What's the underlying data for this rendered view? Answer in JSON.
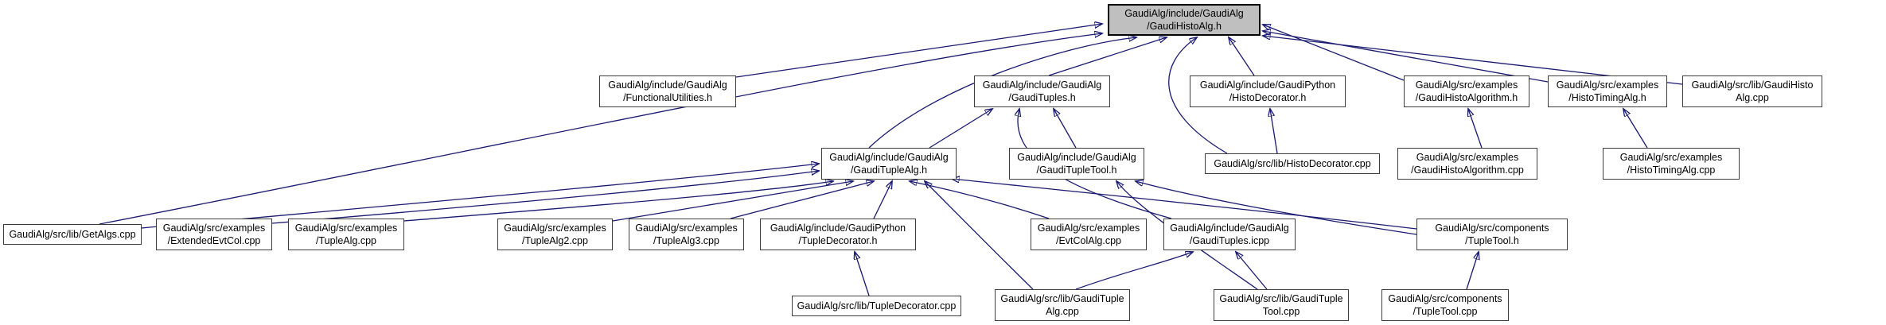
{
  "diagram": {
    "kind": "doxygen-included-by-dependency-graph",
    "highlighted_node": "GaudiAlg/include/GaudiAlg/GaudiHistoAlg.h",
    "nodes": [
      {
        "id": "gaudi-histo-alg-h",
        "lines": [
          "GaudiAlg/include/GaudiAlg",
          "/GaudiHistoAlg.h"
        ],
        "highlight": true
      },
      {
        "id": "functional-utilities-h",
        "lines": [
          "GaudiAlg/include/GaudiAlg",
          "/FunctionalUtilities.h"
        ],
        "highlight": false
      },
      {
        "id": "gaudi-tuples-h",
        "lines": [
          "GaudiAlg/include/GaudiAlg",
          "/GaudiTuples.h"
        ],
        "highlight": false
      },
      {
        "id": "histo-decorator-h",
        "lines": [
          "GaudiAlg/include/GaudiPython",
          "/HistoDecorator.h"
        ],
        "highlight": false
      },
      {
        "id": "gaudi-histo-algorithm-h",
        "lines": [
          "GaudiAlg/src/examples",
          "/GaudiHistoAlgorithm.h"
        ],
        "highlight": false
      },
      {
        "id": "histo-timing-alg-h",
        "lines": [
          "GaudiAlg/src/examples",
          "/HistoTimingAlg.h"
        ],
        "highlight": false
      },
      {
        "id": "gaudi-histo-alg-cpp",
        "lines": [
          "GaudiAlg/src/lib/GaudiHisto",
          "Alg.cpp"
        ],
        "highlight": false
      },
      {
        "id": "gaudi-tuple-alg-h",
        "lines": [
          "GaudiAlg/include/GaudiAlg",
          "/GaudiTupleAlg.h"
        ],
        "highlight": false
      },
      {
        "id": "gaudi-tuple-tool-h",
        "lines": [
          "GaudiAlg/include/GaudiAlg",
          "/GaudiTupleTool.h"
        ],
        "highlight": false
      },
      {
        "id": "histo-decorator-cpp",
        "lines": [
          "GaudiAlg/src/lib/HistoDecorator.cpp"
        ],
        "highlight": false
      },
      {
        "id": "gaudi-histo-algorithm-cpp",
        "lines": [
          "GaudiAlg/src/examples",
          "/GaudiHistoAlgorithm.cpp"
        ],
        "highlight": false
      },
      {
        "id": "histo-timing-alg-cpp",
        "lines": [
          "GaudiAlg/src/examples",
          "/HistoTimingAlg.cpp"
        ],
        "highlight": false
      },
      {
        "id": "get-algs-cpp",
        "lines": [
          "GaudiAlg/src/lib/GetAlgs.cpp"
        ],
        "highlight": false
      },
      {
        "id": "extended-evt-col-cpp",
        "lines": [
          "GaudiAlg/src/examples",
          "/ExtendedEvtCol.cpp"
        ],
        "highlight": false
      },
      {
        "id": "tuple-alg-cpp",
        "lines": [
          "GaudiAlg/src/examples",
          "/TupleAlg.cpp"
        ],
        "highlight": false
      },
      {
        "id": "tuple-alg2-cpp",
        "lines": [
          "GaudiAlg/src/examples",
          "/TupleAlg2.cpp"
        ],
        "highlight": false
      },
      {
        "id": "tuple-alg3-cpp",
        "lines": [
          "GaudiAlg/src/examples",
          "/TupleAlg3.cpp"
        ],
        "highlight": false
      },
      {
        "id": "tuple-decorator-h",
        "lines": [
          "GaudiAlg/include/GaudiPython",
          "/TupleDecorator.h"
        ],
        "highlight": false
      },
      {
        "id": "evt-col-alg-cpp",
        "lines": [
          "GaudiAlg/src/examples",
          "/EvtColAlg.cpp"
        ],
        "highlight": false
      },
      {
        "id": "gaudi-tuples-icpp",
        "lines": [
          "GaudiAlg/include/GaudiAlg",
          "/GaudiTuples.icpp"
        ],
        "highlight": false
      },
      {
        "id": "tuple-tool-h",
        "lines": [
          "GaudiAlg/src/components",
          "/TupleTool.h"
        ],
        "highlight": false
      },
      {
        "id": "tuple-decorator-cpp",
        "lines": [
          "GaudiAlg/src/lib/TupleDecorator.cpp"
        ],
        "highlight": false
      },
      {
        "id": "gaudi-tuple-alg-cpp",
        "lines": [
          "GaudiAlg/src/lib/GaudiTuple",
          "Alg.cpp"
        ],
        "highlight": false
      },
      {
        "id": "gaudi-tuple-tool-cpp",
        "lines": [
          "GaudiAlg/src/lib/GaudiTuple",
          "Tool.cpp"
        ],
        "highlight": false
      },
      {
        "id": "tuple-tool-cpp",
        "lines": [
          "GaudiAlg/src/components",
          "/TupleTool.cpp"
        ],
        "highlight": false
      }
    ],
    "edges": [
      {
        "from": "functional-utilities-h",
        "to": "gaudi-histo-alg-h"
      },
      {
        "from": "get-algs-cpp",
        "to": "gaudi-histo-alg-h"
      },
      {
        "from": "gaudi-tuple-alg-h",
        "to": "gaudi-histo-alg-h"
      },
      {
        "from": "gaudi-tuples-h",
        "to": "gaudi-histo-alg-h"
      },
      {
        "from": "histo-decorator-cpp",
        "to": "gaudi-histo-alg-h"
      },
      {
        "from": "histo-decorator-h",
        "to": "gaudi-histo-alg-h"
      },
      {
        "from": "gaudi-histo-algorithm-h",
        "to": "gaudi-histo-alg-h"
      },
      {
        "from": "histo-timing-alg-h",
        "to": "gaudi-histo-alg-h"
      },
      {
        "from": "gaudi-histo-alg-cpp",
        "to": "gaudi-histo-alg-h"
      },
      {
        "from": "gaudi-tuple-alg-h",
        "to": "gaudi-tuples-h"
      },
      {
        "from": "gaudi-tuple-tool-h",
        "to": "gaudi-tuples-h"
      },
      {
        "from": "gaudi-tuples-icpp",
        "to": "gaudi-tuples-h"
      },
      {
        "from": "histo-decorator-cpp",
        "to": "histo-decorator-h"
      },
      {
        "from": "gaudi-histo-algorithm-cpp",
        "to": "gaudi-histo-algorithm-h"
      },
      {
        "from": "histo-timing-alg-cpp",
        "to": "histo-timing-alg-h"
      },
      {
        "from": "get-algs-cpp",
        "to": "gaudi-tuple-alg-h"
      },
      {
        "from": "extended-evt-col-cpp",
        "to": "gaudi-tuple-alg-h"
      },
      {
        "from": "tuple-alg-cpp",
        "to": "gaudi-tuple-alg-h"
      },
      {
        "from": "tuple-alg2-cpp",
        "to": "gaudi-tuple-alg-h"
      },
      {
        "from": "tuple-alg3-cpp",
        "to": "gaudi-tuple-alg-h"
      },
      {
        "from": "tuple-decorator-h",
        "to": "gaudi-tuple-alg-h"
      },
      {
        "from": "evt-col-alg-cpp",
        "to": "gaudi-tuple-alg-h"
      },
      {
        "from": "gaudi-tuple-alg-cpp",
        "to": "gaudi-tuple-alg-h"
      },
      {
        "from": "tuple-tool-h",
        "to": "gaudi-tuple-alg-h"
      },
      {
        "from": "tuple-tool-h",
        "to": "gaudi-tuple-tool-h"
      },
      {
        "from": "gaudi-tuple-tool-cpp",
        "to": "gaudi-tuple-tool-h"
      },
      {
        "from": "gaudi-tuple-alg-cpp",
        "to": "gaudi-tuples-icpp"
      },
      {
        "from": "gaudi-tuple-tool-cpp",
        "to": "gaudi-tuples-icpp"
      },
      {
        "from": "tuple-tool-cpp",
        "to": "tuple-tool-h"
      },
      {
        "from": "tuple-decorator-cpp",
        "to": "tuple-decorator-h"
      }
    ]
  },
  "colors": {
    "background": "#ffffff",
    "edge": "#191970",
    "node_fill": "#ffffff",
    "node_border": "#3d3d3d",
    "highlight_fill": "#bfbfbf",
    "highlight_border": "#000000",
    "text": "#000000"
  }
}
